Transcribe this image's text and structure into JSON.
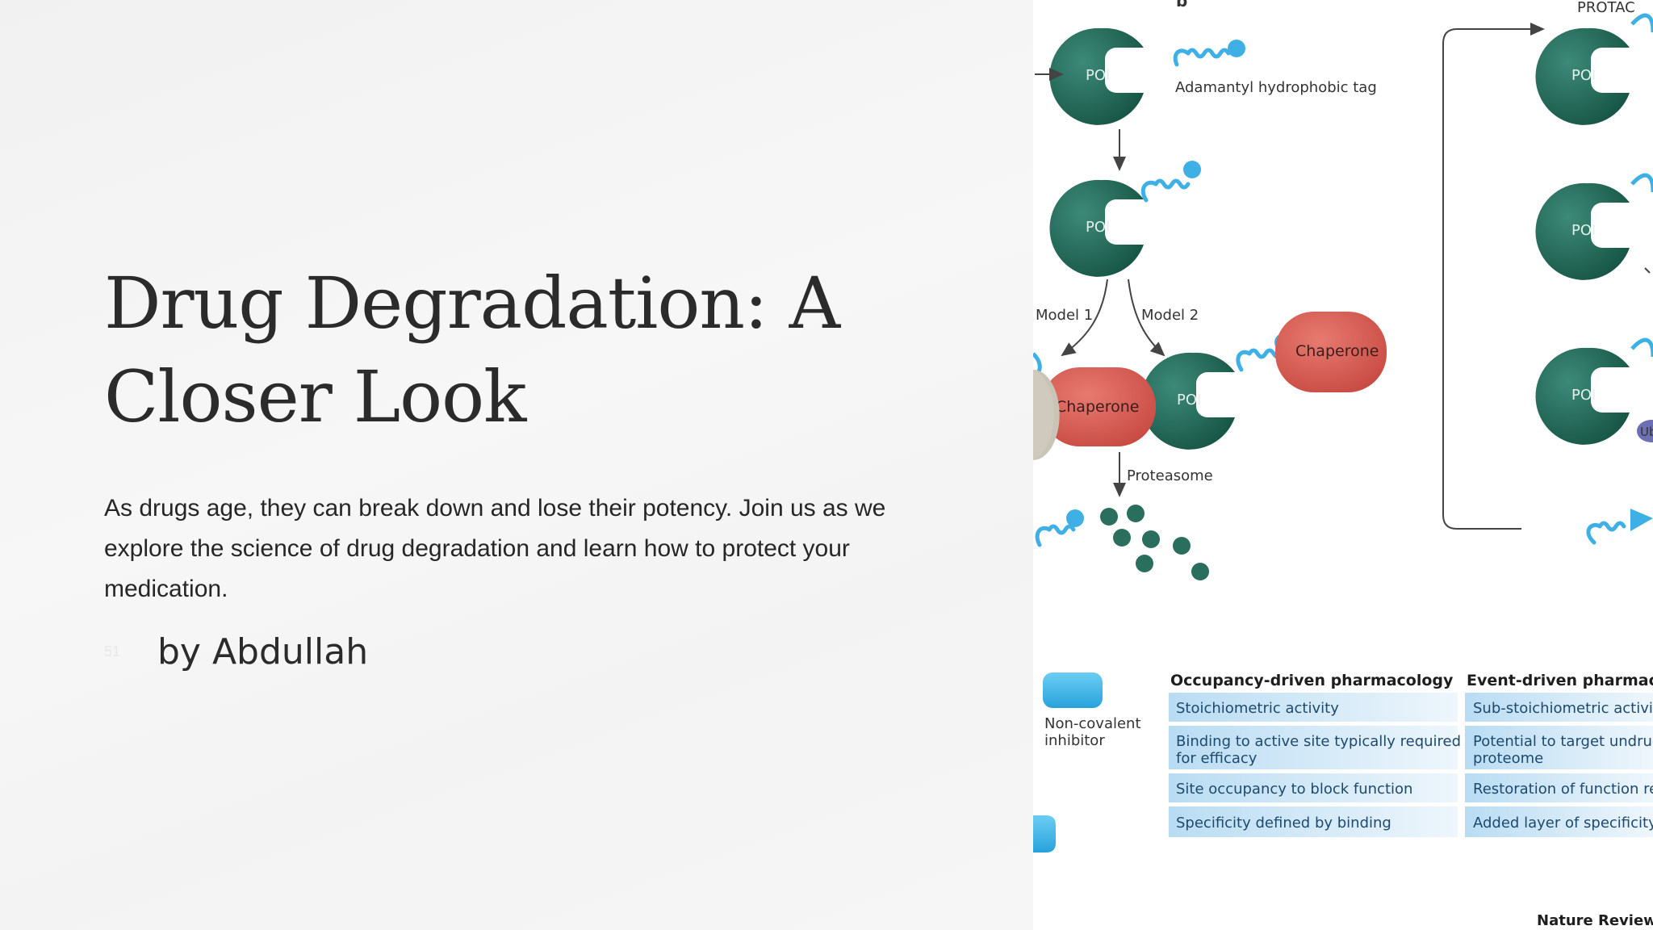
{
  "slide": {
    "title": "Drug Degradation: A Closer Look",
    "subtitle": "As drugs age, they can break down and lose their potency. Join us as we explore the science of drug degradation and learn how to protect your medication.",
    "author": "by Abdullah",
    "author_avatar_text": "51"
  },
  "figure": {
    "panel_label_b": "b",
    "protac_label": "PROTAC",
    "poi_label": "POI",
    "tag_label": "Adamantyl hydrophobic tag",
    "model1_label": "Model 1",
    "model2_label": "Model 2",
    "chaperone_label": "Chaperone",
    "proteasome_label": "Proteasome",
    "inhibitor_label_line1": "Non-covalent",
    "inhibitor_label_line2": "inhibitor",
    "ub_label": "Ub",
    "colors": {
      "poi": "#1f6b5a",
      "chaperone": "#d9574d",
      "tag": "#3fb0e6",
      "table_fill": "#cde6f6"
    },
    "table": {
      "col1_header": "Occupancy-driven pharmacology",
      "col2_header": "Event-driven pharmacology",
      "col1_rows": [
        [
          "Stoichiometric activity"
        ],
        [
          "Binding to active site typically required",
          "for efficacy"
        ],
        [
          "Site occupancy to block function"
        ],
        [
          "Specificity defined by binding"
        ]
      ],
      "col2_rows": [
        [
          "Sub-stoichiometric activity"
        ],
        [
          "Potential to target undrug",
          "proteome"
        ],
        [
          "Restoration of function re"
        ],
        [
          "Added layer of specificity"
        ]
      ]
    },
    "credit": "Nature Reviews"
  }
}
